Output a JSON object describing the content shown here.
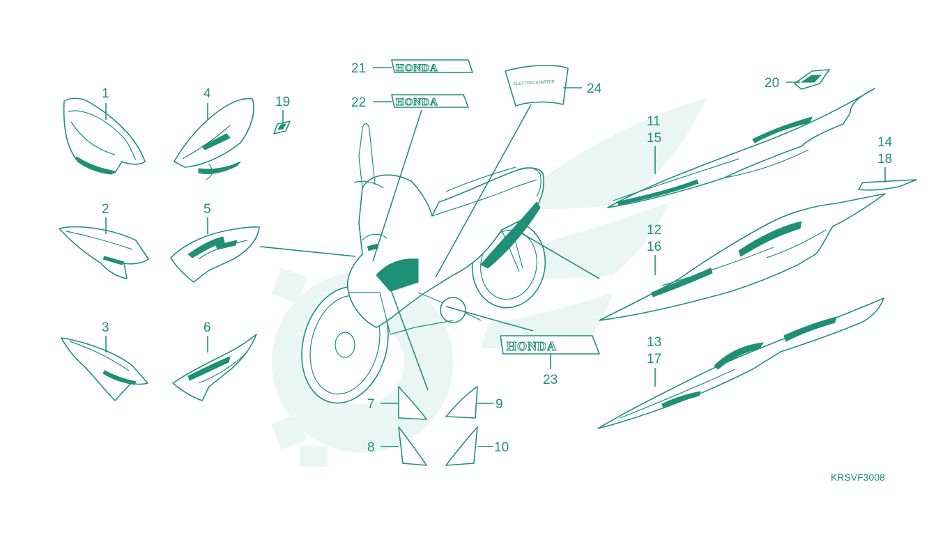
{
  "diagram": {
    "drawing_code": "KRSVF3008",
    "brand_text": "HONDA",
    "callouts": [
      {
        "id": "c1",
        "label": "1"
      },
      {
        "id": "c2",
        "label": "2"
      },
      {
        "id": "c3",
        "label": "3"
      },
      {
        "id": "c4",
        "label": "4"
      },
      {
        "id": "c5",
        "label": "5"
      },
      {
        "id": "c6",
        "label": "6"
      },
      {
        "id": "c7",
        "label": "7"
      },
      {
        "id": "c8",
        "label": "8"
      },
      {
        "id": "c9",
        "label": "9"
      },
      {
        "id": "c10",
        "label": "10"
      },
      {
        "id": "c11",
        "label": "11"
      },
      {
        "id": "c15",
        "label": "15"
      },
      {
        "id": "c12",
        "label": "12"
      },
      {
        "id": "c16",
        "label": "16"
      },
      {
        "id": "c13",
        "label": "13"
      },
      {
        "id": "c17",
        "label": "17"
      },
      {
        "id": "c14",
        "label": "14"
      },
      {
        "id": "c18",
        "label": "18"
      },
      {
        "id": "c19",
        "label": "19"
      },
      {
        "id": "c20",
        "label": "20"
      },
      {
        "id": "c21",
        "label": "21"
      },
      {
        "id": "c22",
        "label": "22"
      },
      {
        "id": "c23",
        "label": "23"
      },
      {
        "id": "c24",
        "label": "24"
      }
    ],
    "colors": {
      "line": "#1f8f77",
      "watermark": "#e9f6f1",
      "background": "#ffffff"
    }
  }
}
